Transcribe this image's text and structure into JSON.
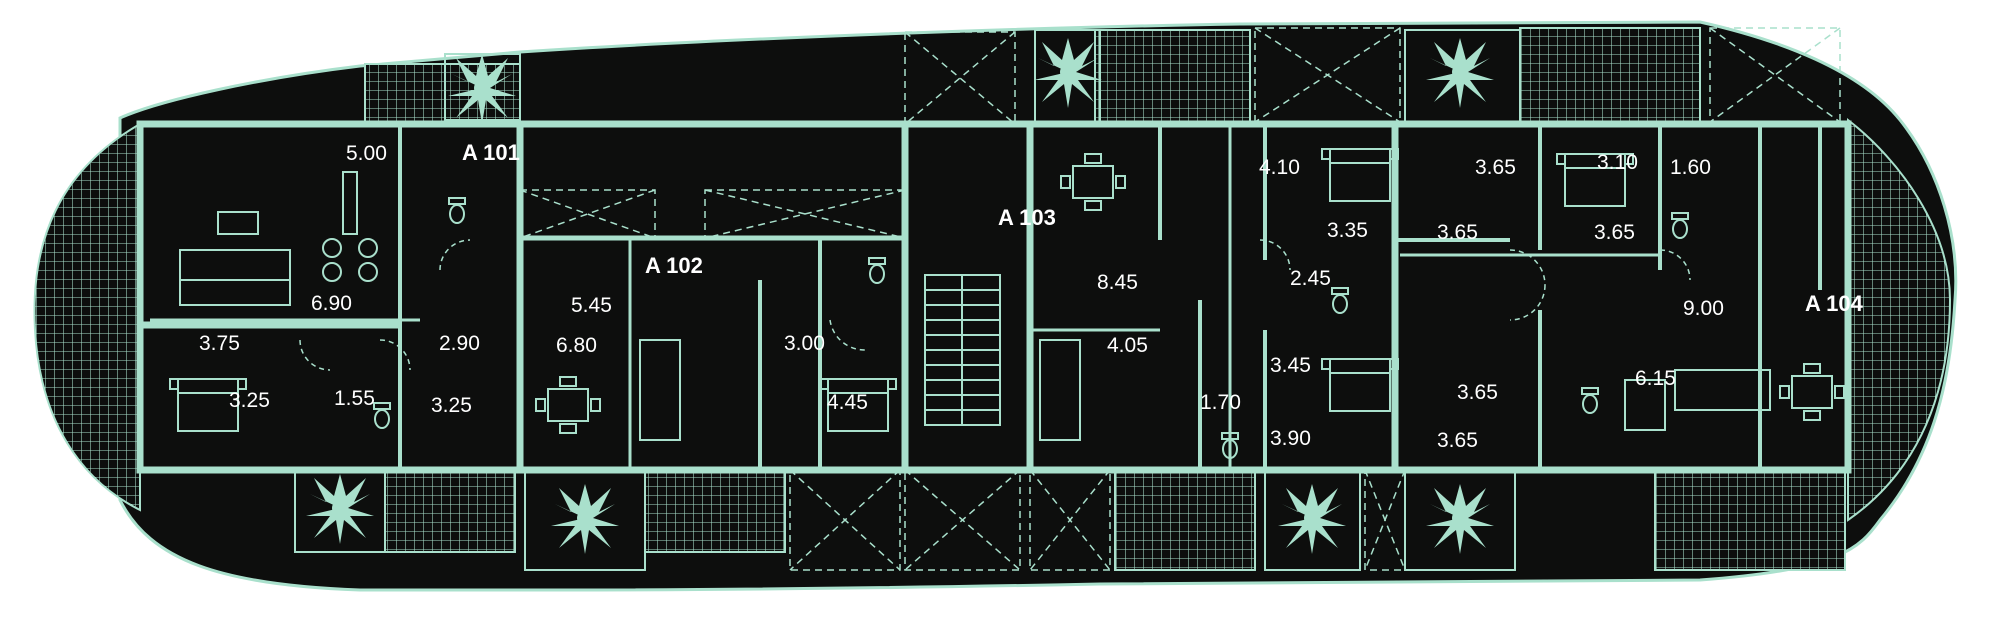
{
  "colors": {
    "fill": "#0d0e0d",
    "line": "#a9e0cc",
    "text": "#ffffff"
  },
  "units": [
    {
      "label": "A 101"
    },
    {
      "label": "A 102"
    },
    {
      "label": "A 103"
    },
    {
      "label": "A 104"
    }
  ],
  "dimensions": [
    "5.00",
    "6.90",
    "3.75",
    "2.90",
    "3.25",
    "1.55",
    "3.25",
    "5.45",
    "6.80",
    "3.00",
    "4.45",
    "8.45",
    "4.05",
    "1.70",
    "3.45",
    "3.90",
    "4.10",
    "3.35",
    "2.45",
    "3.65",
    "3.65",
    "3.65",
    "3.65",
    "3.10",
    "1.60",
    "3.65",
    "9.00",
    "6.15"
  ],
  "icons": {
    "palm": "palm-tree-icon",
    "table": "dining-table-icon",
    "bed": "bed-icon",
    "sofa": "sofa-icon",
    "toilet": "toilet-icon",
    "stairs": "staircase-icon"
  }
}
